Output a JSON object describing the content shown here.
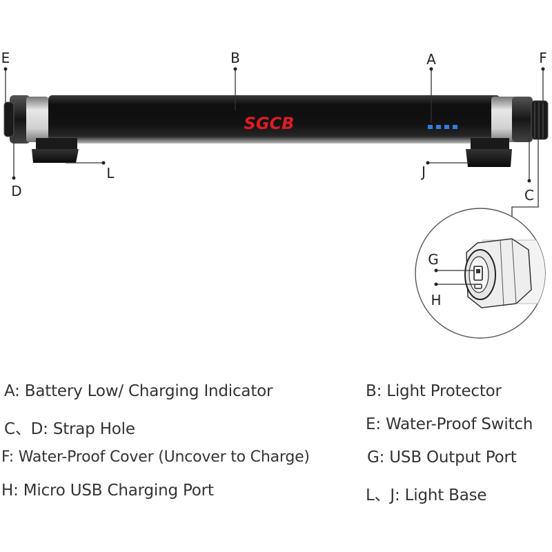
{
  "brand": {
    "logo_text": "SGCB"
  },
  "callouts": {
    "A": "A",
    "B": "B",
    "C": "C",
    "D": "D",
    "E": "E",
    "F": "F",
    "G": "G",
    "H": "H",
    "J": "J",
    "L": "L"
  },
  "legend": [
    {
      "key": "A",
      "text": "A: Battery Low/ Charging Indicator"
    },
    {
      "key": "B",
      "text": "B: Light Protector"
    },
    {
      "key": "CD",
      "text": "C、D: Strap Hole"
    },
    {
      "key": "E",
      "text": "E: Water-Proof Switch"
    },
    {
      "key": "F",
      "text": "F: Water-Proof Cover (Uncover to Charge)"
    },
    {
      "key": "G",
      "text": "G: USB Output Port"
    },
    {
      "key": "H",
      "text": "H: Micro USB Charging Port"
    },
    {
      "key": "LJ",
      "text": "L、J: Light Base"
    }
  ],
  "colors": {
    "tube_body": "#111111",
    "logo_red": "#d8202a",
    "indicator_blue": "#2f7fe0",
    "line": "#333333"
  }
}
